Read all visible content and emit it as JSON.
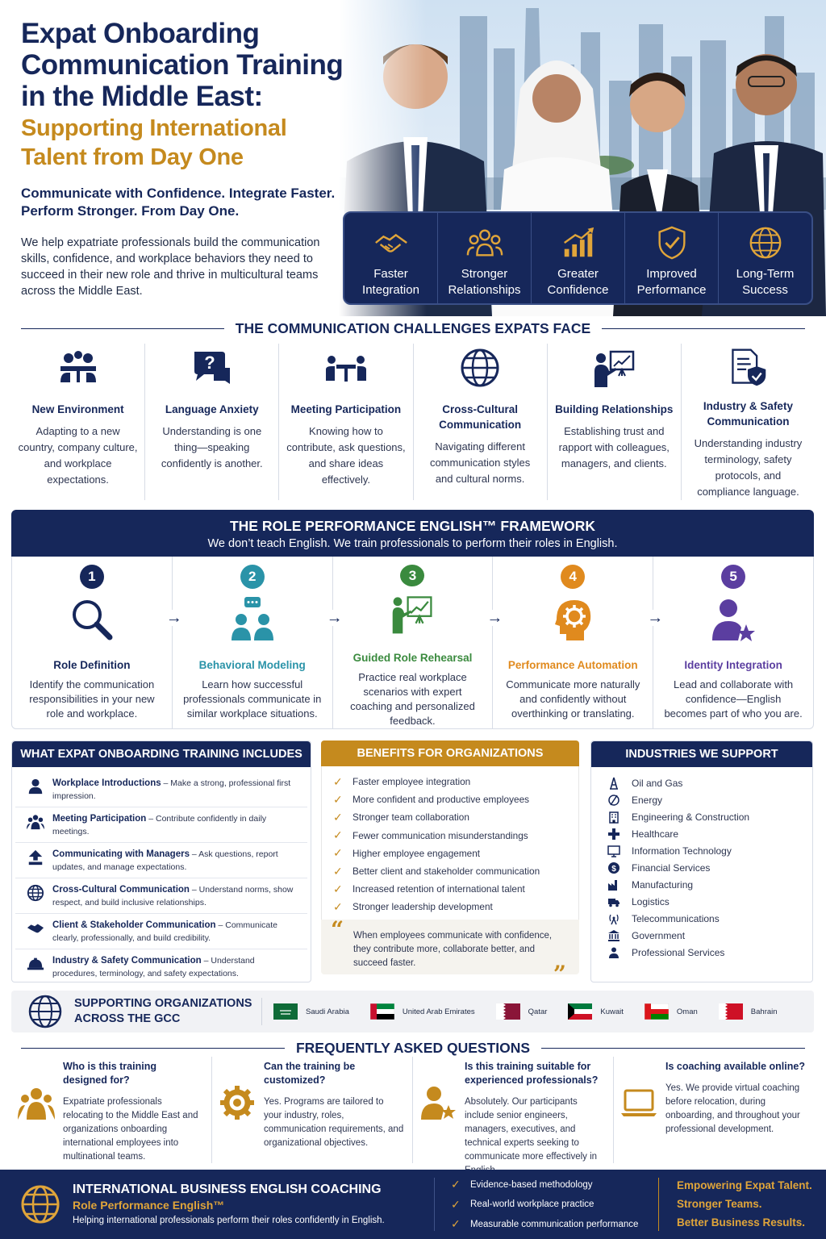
{
  "hero": {
    "title": "Expat Onboarding Communication Training in the Middle East:",
    "subtitle": "Supporting International Talent from Day One",
    "tagline": "Communicate with Confidence. Integrate Faster. Perform Stronger. From Day One.",
    "description": "We help expatriate professionals build the communication skills, confidence, and workplace behaviors they need to succeed in their new role and thrive in multicultural teams across the Middle East.",
    "photo_alt": "Four business professionals with a city skyline",
    "benefits": [
      {
        "icon": "handshake-icon",
        "label": "Faster Integration"
      },
      {
        "icon": "people-group-icon",
        "label": "Stronger Relationships"
      },
      {
        "icon": "growth-chart-icon",
        "label": "Greater Confidence"
      },
      {
        "icon": "shield-check-icon",
        "label": "Improved Performance"
      },
      {
        "icon": "globe-icon",
        "label": "Long-Term Success"
      }
    ]
  },
  "challenges": {
    "heading": "THE COMMUNICATION CHALLENGES EXPATS FACE",
    "items": [
      {
        "icon": "team-table-icon",
        "title": "New Environment",
        "desc": "Adapting to a new country, company culture, and workplace expectations."
      },
      {
        "icon": "speech-question-icon",
        "title": "Language Anxiety",
        "desc": "Understanding is one thing—speaking confidently is another."
      },
      {
        "icon": "meeting-table-icon",
        "title": "Meeting Participation",
        "desc": "Knowing how to contribute, ask questions, and share ideas effectively."
      },
      {
        "icon": "globe-icon",
        "title": "Cross-Cultural Communication",
        "desc": "Navigating different communication styles and cultural norms."
      },
      {
        "icon": "presenter-icon",
        "title": "Building Relationships",
        "desc": "Establishing trust and rapport with colleagues, managers, and clients."
      },
      {
        "icon": "document-shield-icon",
        "title": "Industry & Safety Communication",
        "desc": "Understanding industry terminology, safety protocols, and compliance language."
      }
    ]
  },
  "framework": {
    "title": "THE ROLE PERFORMANCE ENGLISH™ FRAMEWORK",
    "subtitle": "We don’t teach English. We train professionals to perform their roles in English.",
    "steps": [
      {
        "num": "1",
        "color": "#16275a",
        "icon": "magnifier-icon",
        "name": "Role Definition",
        "desc": "Identify the communication responsibilities in your new role and workplace."
      },
      {
        "num": "2",
        "color": "#2a93a8",
        "icon": "discussion-icon",
        "name": "Behavioral Modeling",
        "desc": "Learn how successful professionals communicate in similar workplace situations."
      },
      {
        "num": "3",
        "color": "#3a8a3e",
        "icon": "presenter-chart-icon",
        "name": "Guided Role Rehearsal",
        "desc": "Practice real workplace scenarios with expert coaching and personalized feedback."
      },
      {
        "num": "4",
        "color": "#e08a1e",
        "icon": "head-gear-icon",
        "name": "Performance Automation",
        "desc": "Communicate more naturally and confidently without overthinking or translating."
      },
      {
        "num": "5",
        "color": "#5b3ea0",
        "icon": "person-star-icon",
        "name": "Identity Integration",
        "desc": "Lead and collaborate with confidence—English becomes part of who you are."
      }
    ]
  },
  "includes": {
    "heading": "WHAT EXPAT ONBOARDING TRAINING INCLUDES",
    "items": [
      {
        "icon": "person-icon",
        "title": "Workplace Introductions",
        "desc": "Make a strong, professional first impression."
      },
      {
        "icon": "group-icon",
        "title": "Meeting Participation",
        "desc": "Contribute confidently in daily meetings."
      },
      {
        "icon": "arrow-up-icon",
        "title": "Communicating with Managers",
        "desc": "Ask questions, report updates, and manage expectations."
      },
      {
        "icon": "globe-icon",
        "title": "Cross-Cultural Communication",
        "desc": "Understand norms, show respect, and build inclusive relationships."
      },
      {
        "icon": "handshake-icon",
        "title": "Client & Stakeholder Communication",
        "desc": "Communicate clearly, professionally, and build credibility."
      },
      {
        "icon": "hard-hat-icon",
        "title": "Industry & Safety Communication",
        "desc": "Understand procedures, terminology, and safety expectations."
      }
    ]
  },
  "benefits": {
    "heading": "BENEFITS FOR ORGANIZATIONS",
    "items": [
      "Faster employee integration",
      "More confident and productive employees",
      "Stronger team collaboration",
      "Fewer communication misunderstandings",
      "Higher employee engagement",
      "Better client and stakeholder communication",
      "Increased retention of international talent",
      "Stronger leadership development"
    ],
    "quote": "When employees communicate with confidence, they contribute more, collaborate better, and succeed faster."
  },
  "industries": {
    "heading": "INDUSTRIES WE SUPPORT",
    "items": [
      {
        "icon": "oil-rig-icon",
        "label": "Oil and Gas"
      },
      {
        "icon": "energy-icon",
        "label": "Energy"
      },
      {
        "icon": "building-icon",
        "label": "Engineering & Construction"
      },
      {
        "icon": "medical-cross-icon",
        "label": "Healthcare"
      },
      {
        "icon": "monitor-icon",
        "label": "Information Technology"
      },
      {
        "icon": "coin-icon",
        "label": "Financial Services"
      },
      {
        "icon": "factory-icon",
        "label": "Manufacturing"
      },
      {
        "icon": "truck-icon",
        "label": "Logistics"
      },
      {
        "icon": "antenna-icon",
        "label": "Telecommunications"
      },
      {
        "icon": "government-icon",
        "label": "Government"
      },
      {
        "icon": "professional-icon",
        "label": "Professional Services"
      }
    ]
  },
  "gcc": {
    "title": "SUPPORTING ORGANIZATIONS ACROSS THE GCC",
    "countries": [
      {
        "flag": "saudi-flag-icon",
        "name": "Saudi Arabia"
      },
      {
        "flag": "uae-flag-icon",
        "name": "United Arab Emirates"
      },
      {
        "flag": "qatar-flag-icon",
        "name": "Qatar"
      },
      {
        "flag": "kuwait-flag-icon",
        "name": "Kuwait"
      },
      {
        "flag": "oman-flag-icon",
        "name": "Oman"
      },
      {
        "flag": "bahrain-flag-icon",
        "name": "Bahrain"
      }
    ]
  },
  "faq": {
    "heading": "FREQUENTLY ASKED QUESTIONS",
    "items": [
      {
        "icon": "people-icon",
        "q": "Who is this training designed for?",
        "a": "Expatriate professionals relocating to the Middle East and organizations onboarding international employees into multinational teams."
      },
      {
        "icon": "gear-icon",
        "q": "Can the training be customized?",
        "a": "Yes. Programs are tailored to your industry, roles, communication requirements, and organizational objectives."
      },
      {
        "icon": "person-star-icon",
        "q": "Is this training suitable for experienced professionals?",
        "a": "Absolutely. Our participants include senior engineers, managers, executives, and technical experts seeking to communicate more effectively in English."
      },
      {
        "icon": "laptop-icon",
        "q": "Is coaching available online?",
        "a": "Yes. We provide virtual coaching before relocation, during onboarding, and throughout your professional development."
      }
    ]
  },
  "footer": {
    "org": "INTERNATIONAL BUSINESS ENGLISH COACHING",
    "program": "Role Performance English™",
    "tagline": "Helping international professionals perform their roles confidently in English.",
    "points": [
      "Evidence-based methodology",
      "Real-world workplace practice",
      "Measurable communication performance"
    ],
    "slogan": [
      "Empowering Expat Talent.",
      "Stronger Teams.",
      "Better Business Results."
    ]
  },
  "colors": {
    "navy": "#16275a",
    "gold": "#c58a1e",
    "accent_gold": "#e0a53a"
  }
}
